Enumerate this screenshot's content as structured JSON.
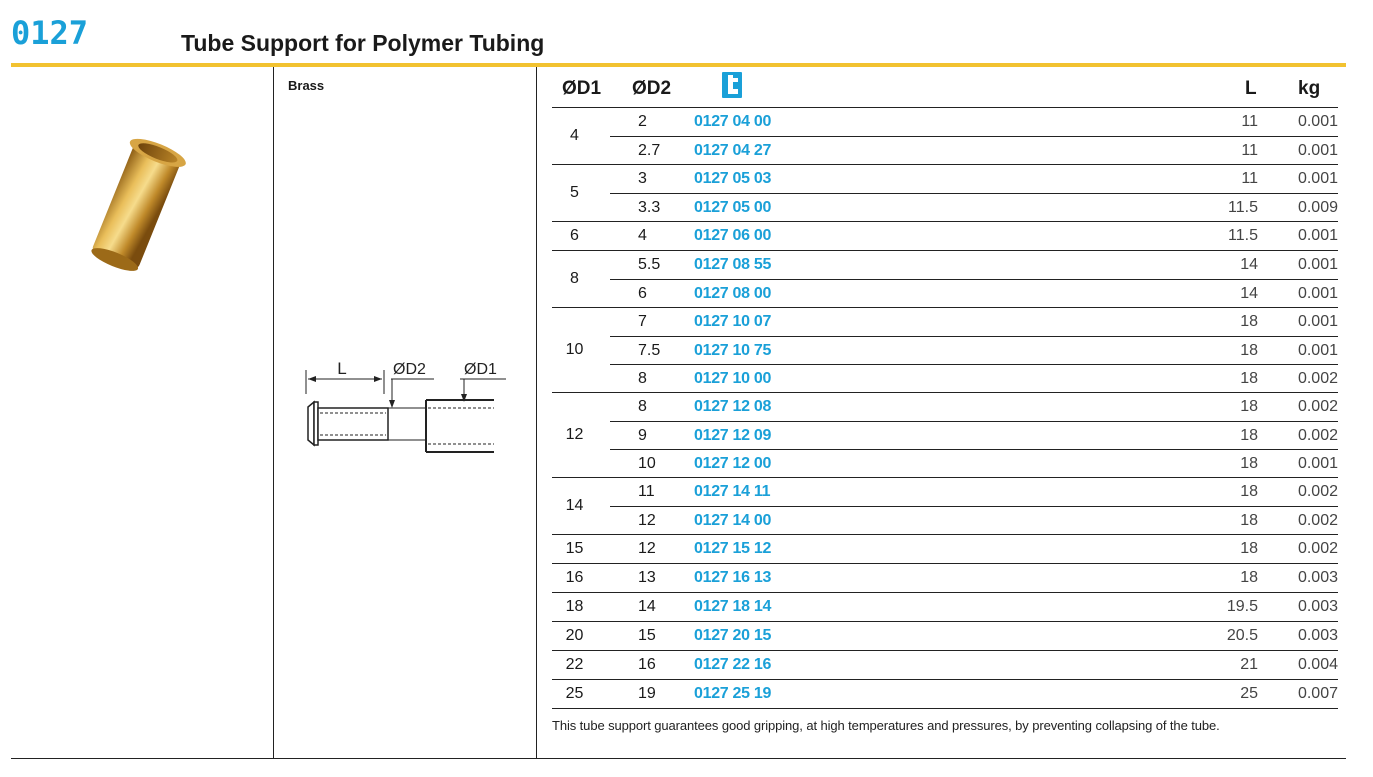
{
  "header": {
    "code": "0127",
    "title": "Tube Support for Polymer Tubing"
  },
  "material": "Brass",
  "diagram": {
    "label_l": "L",
    "label_d2": "ØD2",
    "label_d1": "ØD1"
  },
  "table": {
    "headers": {
      "d1": "ØD1",
      "d2": "ØD2",
      "l": "L",
      "kg": "kg"
    },
    "groups": [
      {
        "d1": "4",
        "rows": [
          {
            "d2": "2",
            "art": "0127 04 00",
            "l": "11",
            "kg": "0.001"
          },
          {
            "d2": "2.7",
            "art": "0127 04 27",
            "l": "11",
            "kg": "0.001"
          }
        ]
      },
      {
        "d1": "5",
        "rows": [
          {
            "d2": "3",
            "art": "0127 05 03",
            "l": "11",
            "kg": "0.001"
          },
          {
            "d2": "3.3",
            "art": "0127 05 00",
            "l": "11.5",
            "kg": "0.009"
          }
        ]
      },
      {
        "d1": "6",
        "rows": [
          {
            "d2": "4",
            "art": "0127 06 00",
            "l": "11.5",
            "kg": "0.001"
          }
        ]
      },
      {
        "d1": "8",
        "rows": [
          {
            "d2": "5.5",
            "art": "0127 08 55",
            "l": "14",
            "kg": "0.001"
          },
          {
            "d2": "6",
            "art": "0127 08 00",
            "l": "14",
            "kg": "0.001"
          }
        ]
      },
      {
        "d1": "10",
        "rows": [
          {
            "d2": "7",
            "art": "0127 10 07",
            "l": "18",
            "kg": "0.001"
          },
          {
            "d2": "7.5",
            "art": "0127 10 75",
            "l": "18",
            "kg": "0.001"
          },
          {
            "d2": "8",
            "art": "0127 10 00",
            "l": "18",
            "kg": "0.002"
          }
        ]
      },
      {
        "d1": "12",
        "rows": [
          {
            "d2": "8",
            "art": "0127 12 08",
            "l": "18",
            "kg": "0.002"
          },
          {
            "d2": "9",
            "art": "0127 12 09",
            "l": "18",
            "kg": "0.002"
          },
          {
            "d2": "10",
            "art": "0127 12 00",
            "l": "18",
            "kg": "0.001"
          }
        ]
      },
      {
        "d1": "14",
        "rows": [
          {
            "d2": "11",
            "art": "0127 14 11",
            "l": "18",
            "kg": "0.002"
          },
          {
            "d2": "12",
            "art": "0127 14 00",
            "l": "18",
            "kg": "0.002"
          }
        ]
      },
      {
        "d1": "15",
        "rows": [
          {
            "d2": "12",
            "art": "0127 15 12",
            "l": "18",
            "kg": "0.002"
          }
        ]
      },
      {
        "d1": "16",
        "rows": [
          {
            "d2": "13",
            "art": "0127 16 13",
            "l": "18",
            "kg": "0.003"
          }
        ]
      },
      {
        "d1": "18",
        "rows": [
          {
            "d2": "14",
            "art": "0127 18 14",
            "l": "19.5",
            "kg": "0.003"
          }
        ]
      },
      {
        "d1": "20",
        "rows": [
          {
            "d2": "15",
            "art": "0127 20 15",
            "l": "20.5",
            "kg": "0.003"
          }
        ]
      },
      {
        "d1": "22",
        "rows": [
          {
            "d2": "16",
            "art": "0127 22 16",
            "l": "21",
            "kg": "0.004"
          }
        ]
      },
      {
        "d1": "25",
        "rows": [
          {
            "d2": "19",
            "art": "0127 25 19",
            "l": "25",
            "kg": "0.007"
          }
        ]
      }
    ]
  },
  "note": "This tube support guarantees good gripping, at high temperatures and pressures, by preventing collapsing of the tube.",
  "colors": {
    "accent": "#1aa0d8",
    "rule": "#f2c230",
    "brass": "#c8952e"
  }
}
